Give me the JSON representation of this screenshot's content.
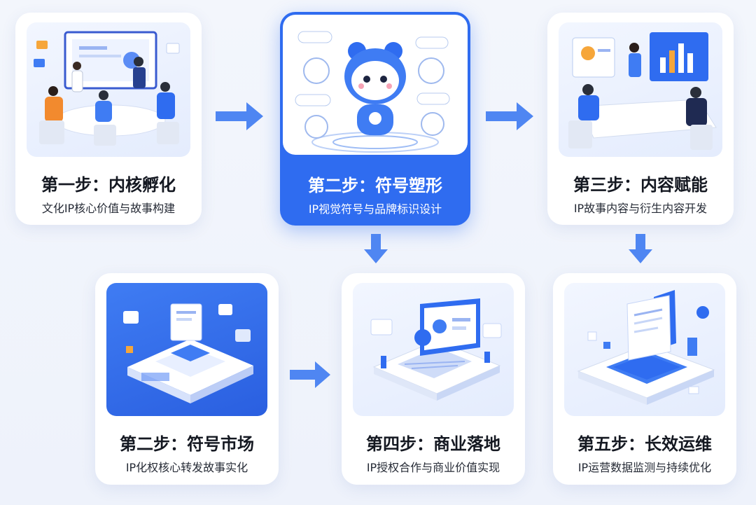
{
  "steps": [
    {
      "title": "第一步：内核孵化",
      "subtitle": "文化IP核心价值与故事构建"
    },
    {
      "title": "第二步：符号塑形",
      "subtitle": "IP视觉符号与品牌标识设计"
    },
    {
      "title": "第三步：内容赋能",
      "subtitle": "IP故事内容与衍生内容开发"
    },
    {
      "title": "第二步：符号市场",
      "subtitle": "IP化权核心转发故事实化"
    },
    {
      "title": "第四步：商业落地",
      "subtitle": "IP授权合作与商业价值实现"
    },
    {
      "title": "第五步：长效运维",
      "subtitle": "IP运营数据监测与持续优化"
    }
  ],
  "active_step_index": 1,
  "colors": {
    "accent": "#2f6cf0",
    "arrow": "#4f86f2",
    "card": "#ffffff",
    "background": "#f1f5fc"
  }
}
